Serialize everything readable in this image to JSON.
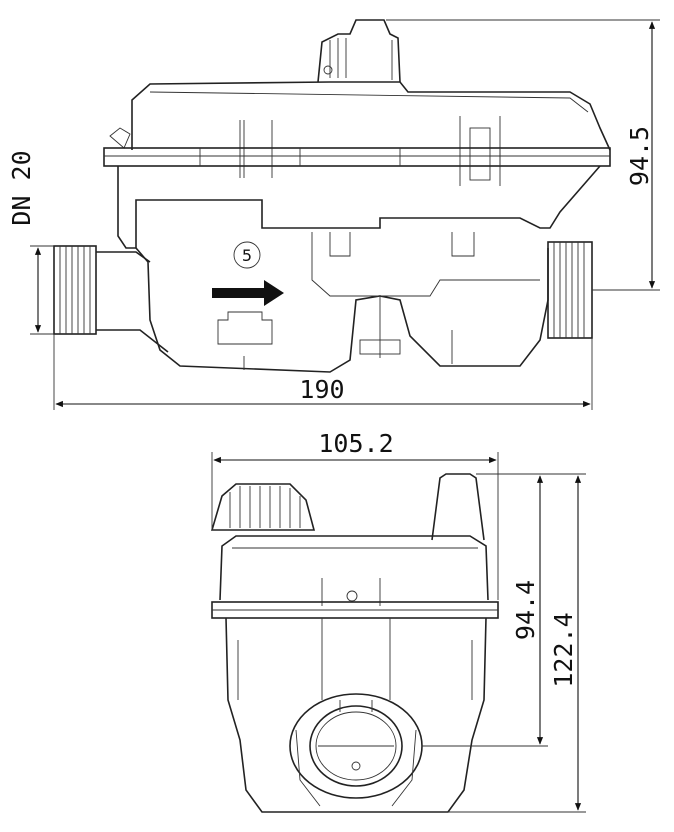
{
  "diagram": {
    "side_view": {
      "nominal_size_label": "DN 20",
      "length_label": "190",
      "height_label": "94.5",
      "part_number": "5"
    },
    "end_view": {
      "width_label": "105.2",
      "height_label": "94.4",
      "total_height_label": "122.4"
    }
  }
}
